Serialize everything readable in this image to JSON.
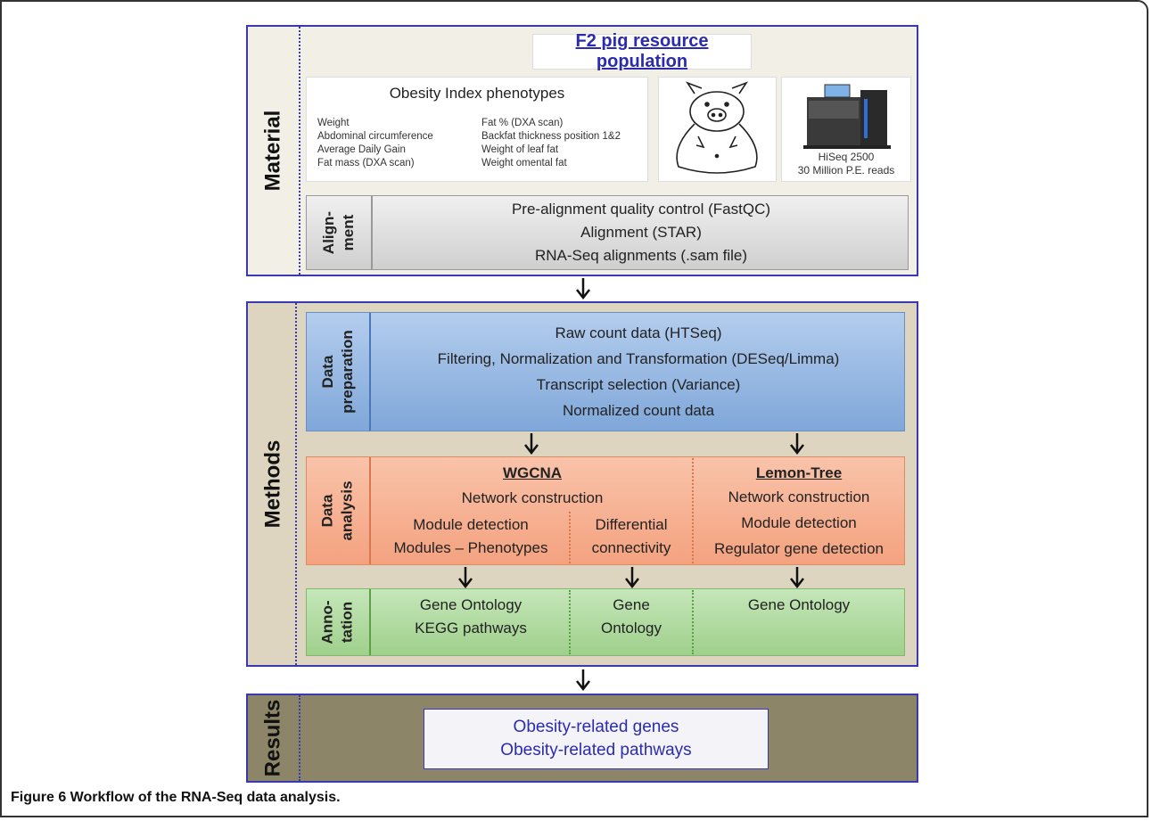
{
  "material": {
    "label": "Material",
    "title": "F2 pig resource population",
    "phenotypes_title": "Obesity Index phenotypes",
    "phenotypes_left": [
      "Weight",
      "Abdominal circumference",
      "Average Daily Gain",
      "Fat mass (DXA scan)"
    ],
    "phenotypes_right": [
      "Fat % (DXA scan)",
      "Backfat thickness position 1&2",
      "Weight of leaf fat",
      "Weight omental fat"
    ],
    "sequencer_model": "HiSeq 2500",
    "sequencer_reads": "30 Million  P.E. reads",
    "alignment_label_1": "Align-",
    "alignment_label_2": "ment",
    "alignment_steps": [
      "Pre-alignment quality control (FastQC)",
      "Alignment (STAR)",
      "RNA-Seq alignments (.sam file)"
    ]
  },
  "methods": {
    "label": "Methods",
    "data_prep_label_1": "Data",
    "data_prep_label_2": "preparation",
    "data_prep_steps": [
      "Raw count data (HTSeq)",
      "Filtering, Normalization and Transformation (DESeq/Limma)",
      "Transcript selection (Variance)",
      "Normalized count data"
    ],
    "data_analysis_label_1": "Data",
    "data_analysis_label_2": "analysis",
    "wgcna_title": "WGCNA",
    "wgcna_network": "Network construction",
    "wgcna_module_1": "Module detection",
    "wgcna_module_2": "Modules – Phenotypes",
    "wgcna_diff_1": "Differential",
    "wgcna_diff_2": "connectivity",
    "lemon_title": "Lemon-Tree",
    "lemon_steps": [
      "Network construction",
      "Module detection",
      "Regulator gene detection"
    ],
    "annotation_label_1": "Anno-",
    "annotation_label_2": "tation",
    "annot_col1": [
      "Gene Ontology",
      "KEGG pathways"
    ],
    "annot_col2": [
      "Gene",
      "Ontology"
    ],
    "annot_col3": [
      "Gene Ontology"
    ]
  },
  "results": {
    "label": "Results",
    "lines": [
      "Obesity-related genes",
      "Obesity-related pathways"
    ]
  },
  "caption": {
    "bold": "Figure 6 Workflow of the RNA-Seq data analysis."
  },
  "colors": {
    "section_border": "#3a3ab0",
    "material_bg": "#f2efe6",
    "methods_bg": "#ddd5bf",
    "results_bg": "#8c8567",
    "data_prep": "#7fa7d9",
    "data_analysis": "#f4a27f",
    "annotation": "#9fd08c",
    "alignment": "#d9d9d9",
    "results_text": "#2b2bb0"
  }
}
